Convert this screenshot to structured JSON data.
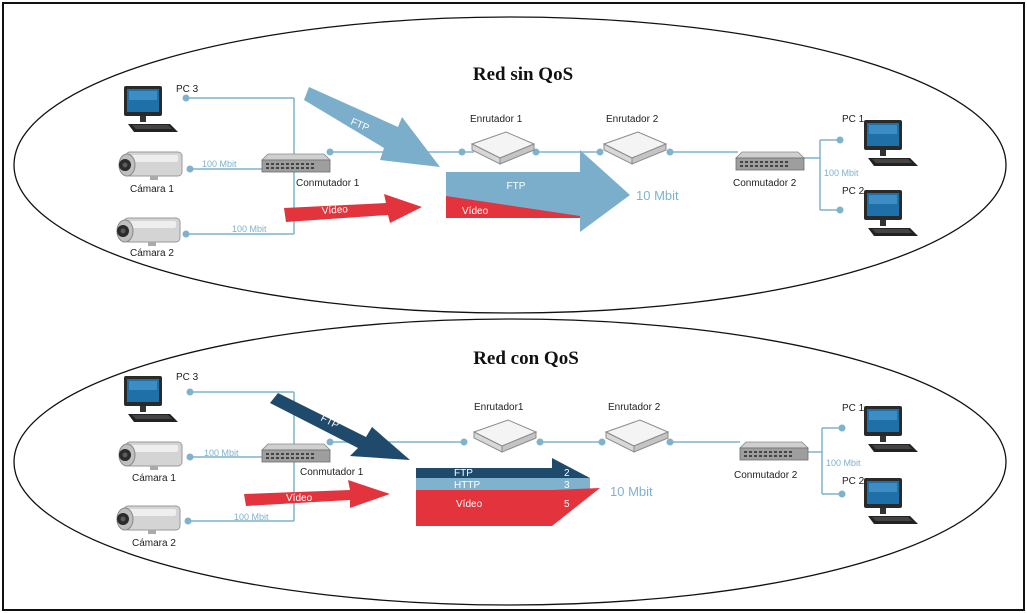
{
  "colors": {
    "link": "#7fb3cd",
    "ftp_light": "#7aaecb",
    "ftp_dark": "#1f4a6b",
    "http": "#7fb3cd",
    "video": "#e3343d",
    "frame": "#111111"
  },
  "top": {
    "title": "Red sin QoS",
    "pc3": "PC 3",
    "camara1": "Cámara 1",
    "camara2": "Cámara 2",
    "conmutador1": "Conmutador 1",
    "enrutador1": "Enrutador 1",
    "enrutador2": "Enrutador 2",
    "conmutador2": "Conmutador 2",
    "pc1": "PC 1",
    "pc2": "PC 2",
    "link_cam1": "100 Mbit",
    "link_cam2": "100 Mbit",
    "link_pcs": "100 Mbit",
    "bandwidth": "10 Mbit",
    "ftp_in": "FTP",
    "video_in": "Vídeo",
    "ftp_out": "FTP",
    "video_out": "Vídeo"
  },
  "bottom": {
    "title": "Red con QoS",
    "pc3": "PC 3",
    "camara1": "Cámara 1",
    "camara2": "Cámara 2",
    "conmutador1": "Conmutador 1",
    "enrutador1": "Enrutador1",
    "enrutador2": "Enrutador 2",
    "conmutador2": "Conmutador 2",
    "pc1": "PC 1",
    "pc2": "PC 2",
    "link_cam1": "100 Mbit",
    "link_cam2": "100 Mbit",
    "link_pcs": "100 Mbit",
    "bandwidth": "10 Mbit",
    "ftp_in": "FTP",
    "video_in": "Vídeo",
    "ftp_out": "FTP",
    "ftp_out_num": "2",
    "http_out": "HTTP",
    "http_out_num": "3",
    "video_out": "Vídeo",
    "video_out_num": "5"
  },
  "icons": {
    "pc": "desktop-computer-icon",
    "camera": "ip-camera-icon",
    "switch": "network-switch-icon",
    "router": "router-icon"
  }
}
